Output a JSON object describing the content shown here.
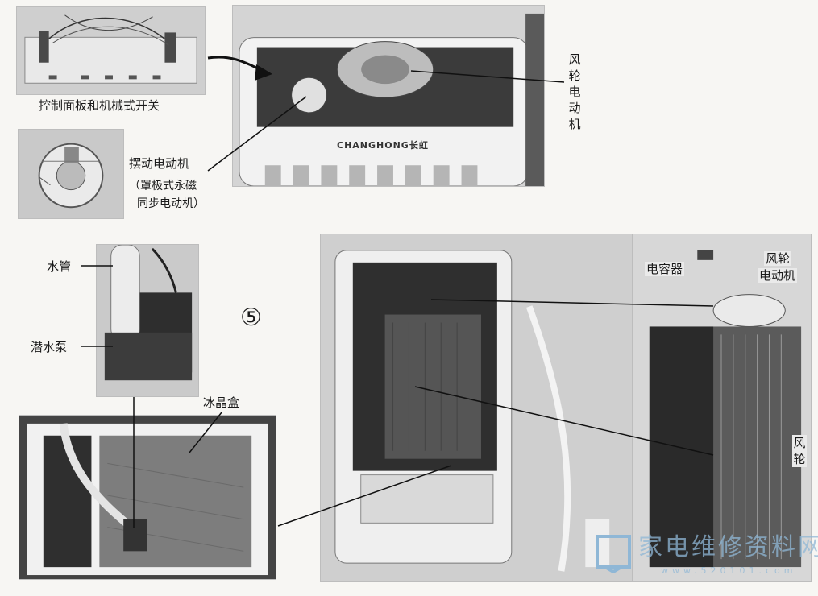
{
  "labels": {
    "control_panel": "控制面板和机械式开关",
    "fan_motor_top": "风轮电动机",
    "swing_motor": "摆动电动机",
    "swing_motor_note_1": "（罩极式永磁",
    "swing_motor_note_2": "同步电动机）",
    "water_pipe": "水管",
    "submersible_pump": "潜水泵",
    "ice_box": "冰晶盒",
    "capacitor": "电容器",
    "fan_motor_right_1": "风轮",
    "fan_motor_right_2": "电动机",
    "fan_wheel": "风轮",
    "figure_number": "⑤"
  },
  "brand_text": "CHANGHONG长虹",
  "watermark": {
    "text": "家电维修资料网",
    "url": "www.520101.com"
  },
  "colors": {
    "ink": "#1a1a1a",
    "photo_dark": "#3a3a3a",
    "photo_mid": "#8a8a8a",
    "photo_light": "#e6e6e6",
    "watermark": "#8fb7d6"
  }
}
